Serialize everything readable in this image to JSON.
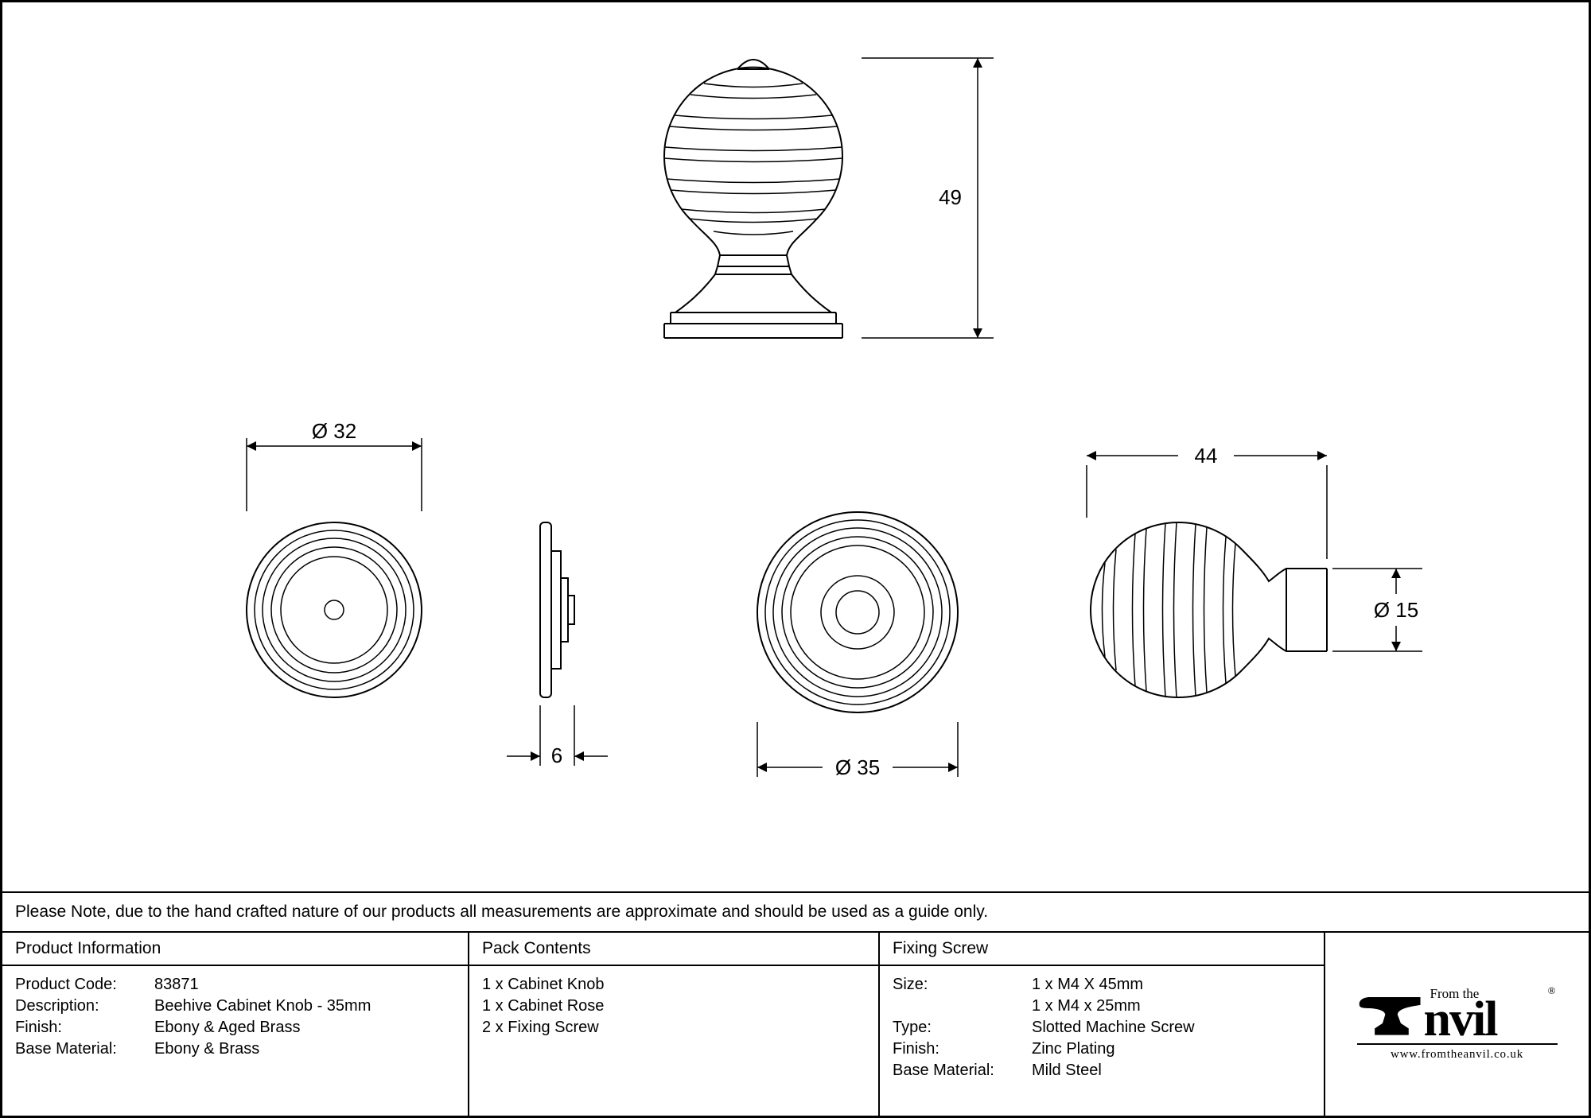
{
  "note": "Please Note, due to the hand crafted nature of our products all measurements are approximate and should be used as a guide only.",
  "drawings": {
    "front_height": "49",
    "rose_diameter": "Ø 32",
    "rose_depth": "6",
    "knob_face_diameter": "Ø 35",
    "knob_length": "44",
    "neck_diameter": "Ø 15"
  },
  "table": {
    "product_information": {
      "header": "Product Information",
      "rows": [
        {
          "label": "Product Code:",
          "value": "83871"
        },
        {
          "label": "Description:",
          "value": "Beehive Cabinet Knob - 35mm"
        },
        {
          "label": "Finish:",
          "value": "Ebony & Aged Brass"
        },
        {
          "label": "Base Material:",
          "value": "Ebony & Brass"
        }
      ]
    },
    "pack_contents": {
      "header": "Pack Contents",
      "items": [
        "1 x Cabinet Knob",
        "1 x Cabinet Rose",
        "2 x Fixing Screw"
      ]
    },
    "fixing_screw": {
      "header": "Fixing Screw",
      "rows": [
        {
          "label": "Size:",
          "value": "1 x M4 X 45mm"
        },
        {
          "label": "",
          "value": "1 x M4 x 25mm"
        },
        {
          "label": "Type:",
          "value": "Slotted Machine Screw"
        },
        {
          "label": "Finish:",
          "value": "Zinc Plating"
        },
        {
          "label": "Base Material:",
          "value": "Mild Steel"
        }
      ]
    }
  },
  "logo": {
    "from_the": "From the",
    "name_rest": "nvil",
    "registered": "®",
    "url": "www.fromtheanvil.co.uk"
  }
}
